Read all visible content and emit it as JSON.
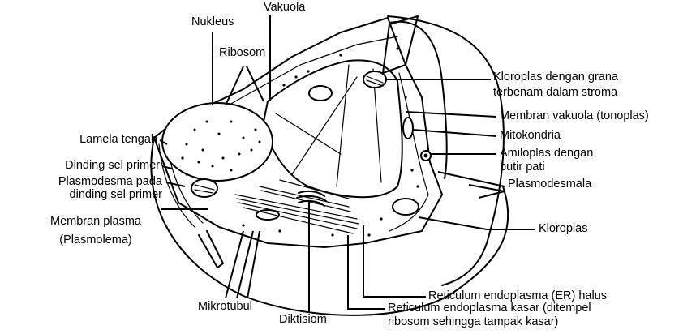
{
  "labels": {
    "nukleus": "Nukleus",
    "vakuola": "Vakuola",
    "ribosom": "Ribosom",
    "kloroplas_grana_1": "Kloroplas dengan grana",
    "kloroplas_grana_2": "terbenam dalam stroma",
    "membran_vakuola": "Membran vakuola (tonoplas)",
    "mitokondria": "Mitokondria",
    "amiloplas_1": "Amiloplas dengan",
    "amiloplas_2": "butir pati",
    "plasmodesmala": "Plasmodesmala",
    "kloroplas": "Kloroplas",
    "lamela_tengah": "Lamela tengah",
    "dinding_sel_primer": "Dinding sel primer",
    "plasmodesma_1": "Plasmodesma pada",
    "plasmodesma_2": "dinding sel primer",
    "membran_plasma_1": "Membran plasma",
    "membran_plasma_2": "(Plasmolema)",
    "mikrotubul": "Mikrotubul",
    "diktisiom": "Diktisiom",
    "er_halus": "Reticulum endoplasma (ER) halus",
    "er_kasar_1": "Reticulum endoplasma kasar (ditempel",
    "er_kasar_2": "ribosom sehingga tampak kasar)"
  }
}
